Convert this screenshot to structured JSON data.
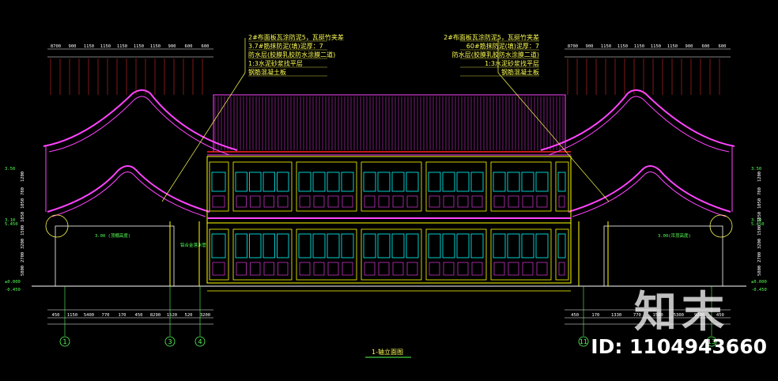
{
  "drawing": {
    "title": "1-轴立面图",
    "notes_left": [
      "2#布面板瓦涂防泥5，瓦挺竹夹差",
      "3.7#筋抹防泥(填)泥厚：7",
      "防水层(胶膜乳胶防水涂膜二道)",
      "1:3水泥砂浆找平层",
      "钢筋混凝土板"
    ],
    "notes_right": [
      "2#布面板瓦涂防泥5，瓦挺竹夹差",
      "60#筋抹防泥(填)泥厚：7",
      "防水层(胶膜乳胶防水涂膜二道)",
      "1:3水泥砂浆找平层",
      "钢筋混凝土板"
    ],
    "top_dims_left": [
      "8700",
      "900",
      "1150",
      "1150",
      "1150",
      "1150",
      "1150",
      "900",
      "600",
      "600"
    ],
    "top_dims_right": [
      "8700",
      "900",
      "1150",
      "1150",
      "1150",
      "1150",
      "1150",
      "900",
      "600",
      "600"
    ],
    "bottom_dims_left": [
      "450",
      "1150",
      "5400",
      "770",
      "170",
      "450",
      "8290",
      "1520",
      "520",
      "3200"
    ],
    "bottom_dims_right": [
      "450",
      "170",
      "1330",
      "770",
      "1500",
      "5300",
      "9200",
      "450"
    ],
    "levels": [
      "3.50",
      "3.10",
      "±0.000",
      "-0.450",
      "5.450"
    ],
    "side_dims": [
      "1200",
      "780",
      "1050",
      "1850",
      "1500",
      "3200",
      "2700",
      "5800"
    ],
    "grid_axes": [
      "1",
      "3",
      "4",
      "11",
      "13"
    ],
    "annotations": [
      "3.00 (顶棚高度)",
      "3.00(吊顶高度)",
      "铝合金落水管"
    ]
  },
  "watermark": {
    "brand": "知末",
    "id": "ID: 1104943660"
  },
  "colors": {
    "background": "#000000",
    "roof": "#ff44ff",
    "ridge": "#ff0000",
    "frame": "#ffff00",
    "glass": "#00ffff",
    "dimension": "#ffffff",
    "leader": "#ffff55",
    "green": "#55ff55"
  }
}
